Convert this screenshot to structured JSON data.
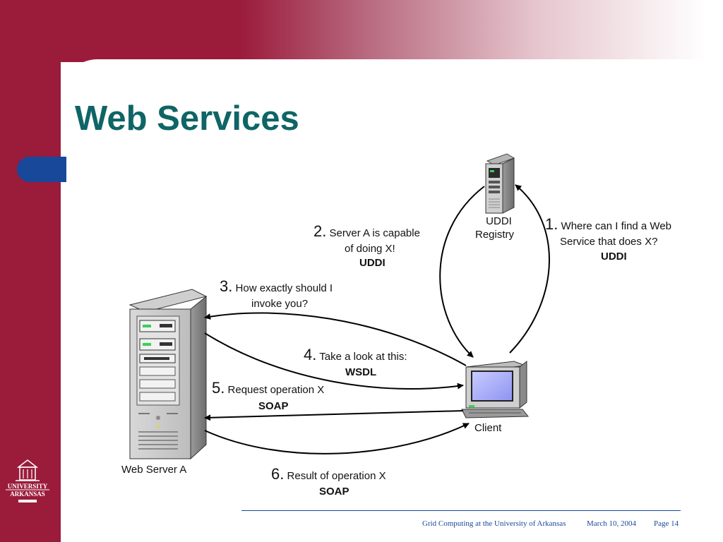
{
  "slide": {
    "title": "Web Services"
  },
  "diagram": {
    "nodes": {
      "uddi_registry": [
        "UDDI",
        "Registry"
      ],
      "web_server": "Web Server A",
      "client": "Client"
    },
    "steps": [
      {
        "num": "1.",
        "lines": [
          "Where can I find a Web",
          "Service that does X?"
        ],
        "tech": "UDDI"
      },
      {
        "num": "2.",
        "lines": [
          "Server A is capable",
          "of doing X!"
        ],
        "tech": "UDDI"
      },
      {
        "num": "3.",
        "lines": [
          "How exactly should I",
          "invoke you?"
        ],
        "tech": ""
      },
      {
        "num": "4.",
        "lines": [
          "Take a look at this:"
        ],
        "tech": "WSDL"
      },
      {
        "num": "5.",
        "lines": [
          "Request operation X"
        ],
        "tech": "SOAP"
      },
      {
        "num": "6.",
        "lines": [
          "Result of operation X"
        ],
        "tech": "SOAP"
      }
    ]
  },
  "footer": {
    "text": "Grid Computing at the University of Arkansas",
    "date": "March 10, 2004",
    "page": "Page 14"
  },
  "logo": {
    "line1": "UNIVERSITY",
    "line2": "ARKANSAS"
  },
  "colors": {
    "brand": "#9b1b3b",
    "accent": "#17489a",
    "title": "#0f6565"
  }
}
